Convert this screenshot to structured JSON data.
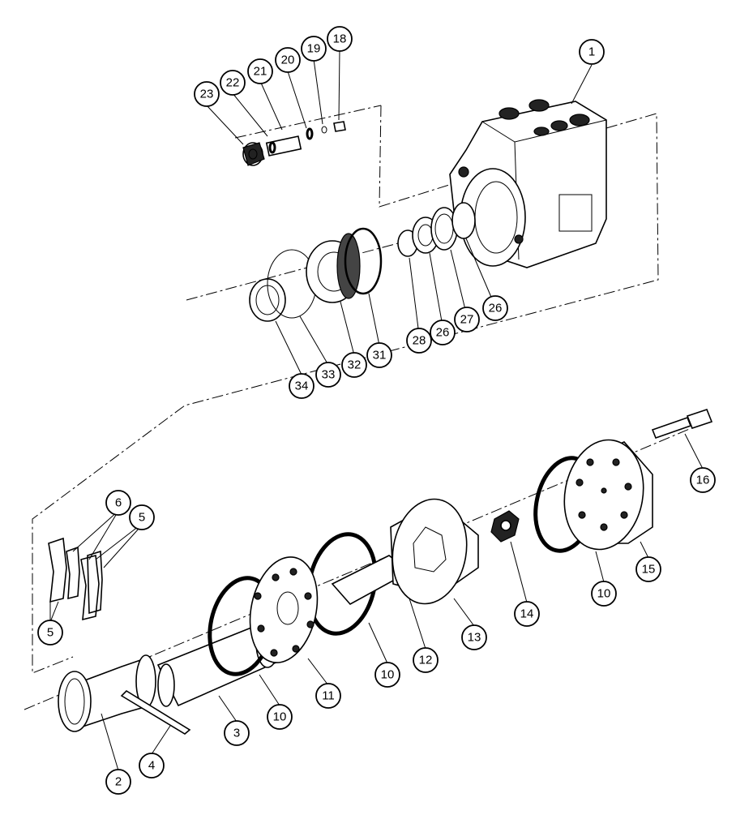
{
  "callouts": [
    "1",
    "2",
    "3",
    "4",
    "5",
    "5",
    "6",
    "10",
    "10",
    "10",
    "11",
    "12",
    "13",
    "14",
    "15",
    "16",
    "18",
    "19",
    "20",
    "21",
    "22",
    "23",
    "26",
    "26",
    "27",
    "28",
    "31",
    "32",
    "33",
    "34"
  ],
  "colors": {
    "line": "#000000",
    "background": "#ffffff"
  }
}
